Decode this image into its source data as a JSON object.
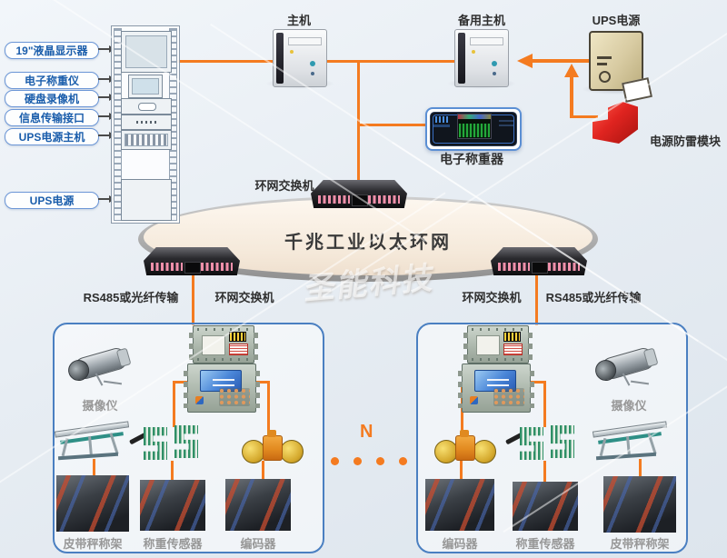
{
  "rack_labels": [
    "19\"液晶显示器",
    "电子称重仪",
    "硬盘录像机",
    "信息传输接口",
    "UPS电源主机",
    "UPS电源"
  ],
  "top": {
    "host_label": "主机",
    "backup_label": "备用主机",
    "ups_label": "UPS电源",
    "weigher_label": "电子称重器",
    "surge_label": "电源防雷模块"
  },
  "ring": {
    "title": "千兆工业以太环网",
    "watermark": "圣能科技",
    "switch_top_label": "环网交换机",
    "switch_left_label": "环网交换机",
    "switch_right_label": "环网交换机",
    "link_left_label": "RS485或光纤传输",
    "link_right_label": "RS485或光纤传输"
  },
  "left_station": {
    "camera_label": "摄像仪",
    "device_labels": [
      "皮带秤称架",
      "称重传感器",
      "编码器"
    ]
  },
  "right_station": {
    "camera_label": "摄像仪",
    "device_labels": [
      "编码器",
      "称重传感器",
      "皮带秤称架"
    ]
  },
  "between": {
    "n_label": "N"
  },
  "colors": {
    "accent_orange": "#f47b20",
    "tag_border_blue": "#6b96d6",
    "tag_text_blue": "#1a5dab",
    "station_border_blue": "#4a7fc1",
    "ring_fill": "#f5e9da",
    "ring_border": "#a8a8a8",
    "switch_port_pink": "#f090aa",
    "surge_module_red": "#e02420",
    "label_text": "#2f2f2f"
  }
}
